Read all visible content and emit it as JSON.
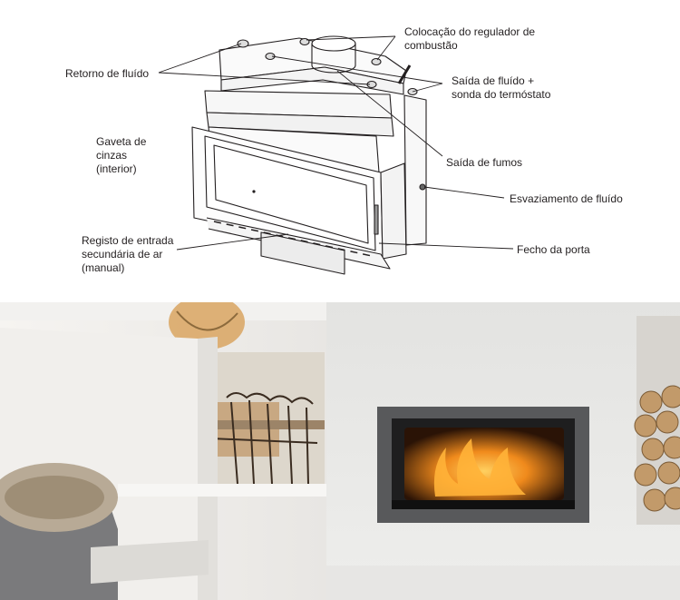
{
  "diagram": {
    "labels": {
      "regulator": "Colocação do regulador de\ncombustão",
      "return_fluid": "Retorno de fluído",
      "fluid_out": "Saída de fluído +\nsonda do termóstato",
      "ash_drawer": "Gaveta de\ncinzas\n(interior)",
      "smoke_out": "Saída de fumos",
      "drain": "Esvaziamento de fluído",
      "air_inlet": "Registo de entrada\nsecundária de ar\n(manual)",
      "door_lock": "Fecho da porta"
    }
  },
  "colors": {
    "line": "#231f20",
    "wall": "#ecebe9",
    "frame": "#5a5a5c",
    "flame": "#f08a1c"
  }
}
